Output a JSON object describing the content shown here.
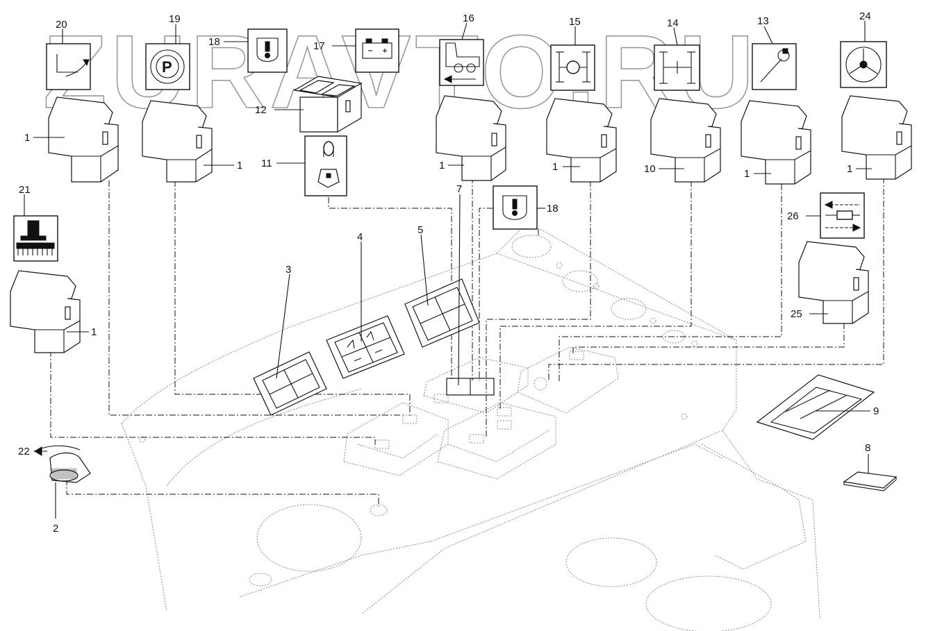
{
  "watermark": "ZURAVTO.RU",
  "callouts": {
    "c1a": "1",
    "c1b": "1",
    "c1c": "1",
    "c1d": "1",
    "c1e": "1",
    "c1f": "1",
    "c1g": "1",
    "c2": "2",
    "c3": "3",
    "c4": "4",
    "c5": "5",
    "c7": "7",
    "c8": "8",
    "c9": "9",
    "c10": "10",
    "c11": "11",
    "c12": "12",
    "c13": "13",
    "c14": "14",
    "c15": "15",
    "c16": "16",
    "c17": "17",
    "c18a": "18",
    "c18b": "18",
    "c19": "19",
    "c20": "20",
    "c21": "21",
    "c22": "22",
    "c24": "24",
    "c25": "25",
    "c26": "26"
  },
  "icons": {
    "i20": "hitch-lift-icon",
    "i19": "parking-brake-icon",
    "i18": "warning-lamp-icon",
    "i17": "battery-icon",
    "i16": "tractor-reverse-icon",
    "i15": "differential-lock-icon",
    "i14": "four-wheel-drive-icon",
    "i13": "wrench-icon",
    "i24": "steering-wheel-icon",
    "i21": "implement-icon",
    "i11": "bulb-relay-icon",
    "i26": "cylinder-extend-retract-icon"
  }
}
